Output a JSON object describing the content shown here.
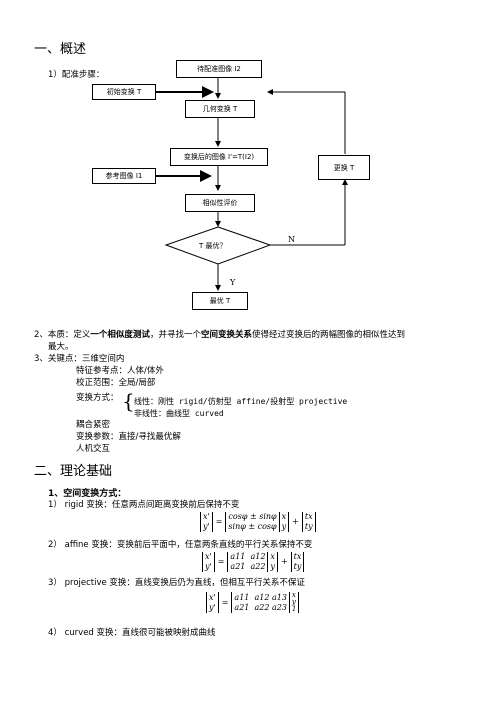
{
  "section1": {
    "title": "一、概述",
    "step_label": "1）配准步骤：",
    "flow": {
      "to_register": "待配准图像 I2",
      "init": "初始变换 T",
      "geo": "几何变换 T",
      "transformed": "变换后的图像 I'=T(I2)",
      "reference": "参考图像 I1",
      "similarity": "相似性评价",
      "decision": "T 最优？",
      "update": "更换 T",
      "best": "最优 T",
      "no": "N",
      "yes": "Y"
    },
    "essence_prefix": "2、本质：定义",
    "essence_bold1": "一个相似度测试",
    "essence_mid": "，并寻找一个",
    "essence_bold2": "空间变换关系",
    "essence_suffix": "使得经过变换后的两幅图像的相似性达到",
    "essence_cont": "最大。",
    "key_title": "3、关键点：三维空间内",
    "key_lines": [
      "特征参考点：人体/体外",
      "校正范围：全局/局部"
    ],
    "transform_label": "变换方式：",
    "linear": "线性：刚性 rigid/仿射型 affine/投射型 projective",
    "nonlinear": "非线性：曲线型 curved",
    "key_lines2": [
      "耦合紧密",
      "变换参数：直接/寻找最优解",
      "人机交互"
    ]
  },
  "section2": {
    "title": "二、理论基础",
    "sub1": "1、空间变换方式：",
    "items": [
      "1）  rigid 变换：任意两点间距离变换前后保持不变",
      "2）  affine 变换：变换前后平面中，任意两条直线的平行关系保持不变",
      "3）  projective 变换：直线变换后仍为直线，但相互平行关系不保证",
      "4）  curved 变换：直线很可能被映射成曲线"
    ],
    "eq1": {
      "lhs": [
        "x'",
        "y'"
      ],
      "m": [
        [
          "cosφ ± sinφ"
        ],
        [
          "sinφ ± cosφ"
        ]
      ],
      "v": [
        "x",
        "y"
      ],
      "t": [
        "tx",
        "ty"
      ]
    },
    "eq2": {
      "lhs": [
        "x'",
        "y'"
      ],
      "m": [
        [
          "a11",
          "a12"
        ],
        [
          "a21",
          "a22"
        ]
      ],
      "v": [
        "x",
        "y"
      ],
      "t": [
        "tx",
        "ty"
      ]
    },
    "eq3": {
      "lhs": [
        "x'",
        "y'"
      ],
      "m": [
        [
          "a11",
          "a12",
          "a13"
        ],
        [
          "a21",
          "a22",
          "a23"
        ]
      ],
      "v": [
        "x",
        "y",
        "1"
      ]
    }
  }
}
